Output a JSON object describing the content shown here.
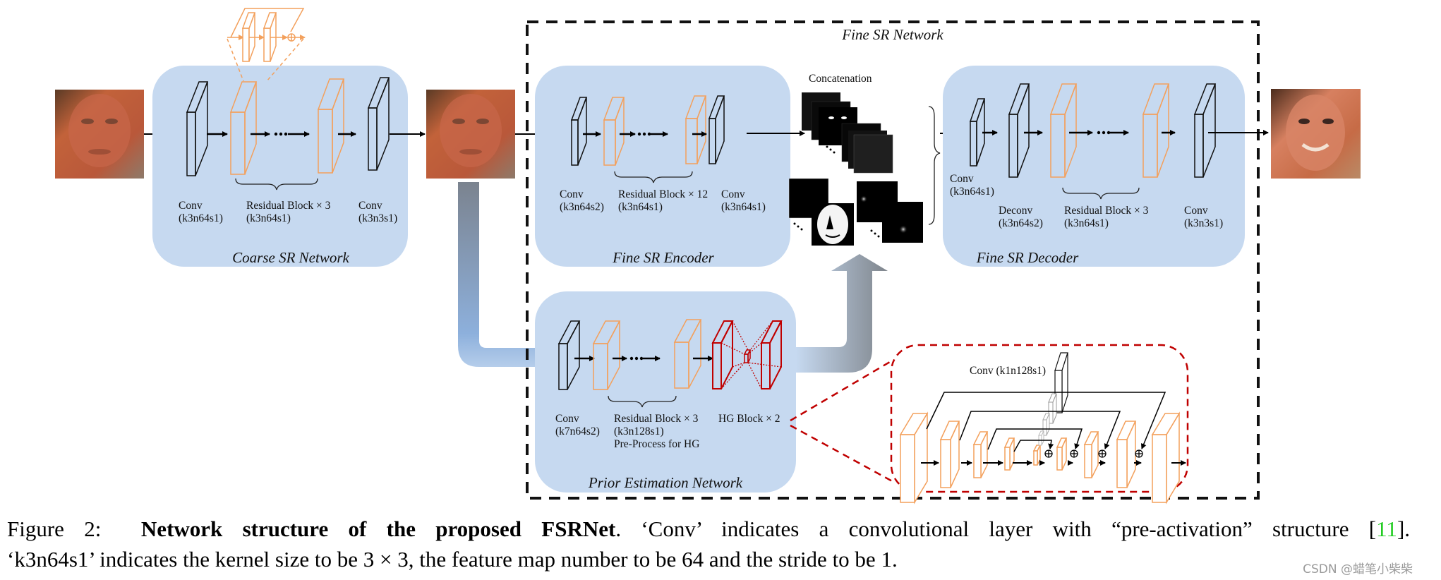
{
  "figure": {
    "input_image_label": "low-resolution face input",
    "coarse_output_label": "coarse SR face",
    "output_image_label": "super-resolved face output",
    "coarse_network": {
      "title": "Coarse SR Network",
      "conv1": {
        "name": "Conv",
        "params": "(k3n64s1)"
      },
      "res": {
        "name": "Residual Block × 3",
        "params": "(k3n64s1)"
      },
      "conv2": {
        "name": "Conv",
        "params": "(k3n3s1)"
      }
    },
    "fine_network": {
      "title": "Fine SR Network",
      "encoder": {
        "title": "Fine SR Encoder",
        "conv1": {
          "name": "Conv",
          "params": "(k3n64s2)"
        },
        "res": {
          "name": "Residual Block × 12",
          "params": "(k3n64s1)"
        },
        "conv2": {
          "name": "Conv",
          "params": "(k3n64s1)"
        }
      },
      "concatenation_label": "Concatenation",
      "decoder": {
        "title": "Fine SR Decoder",
        "conv1": {
          "name": "Conv",
          "params": "(k3n64s1)"
        },
        "deconv": {
          "name": "Deconv",
          "params": "(k3n64s2)"
        },
        "res": {
          "name": "Residual Block × 3",
          "params": "(k3n64s1)"
        },
        "conv2": {
          "name": "Conv",
          "params": "(k3n3s1)"
        }
      },
      "prior": {
        "title": "Prior Estimation Network",
        "conv1": {
          "name": "Conv",
          "params": "(k7n64s2)"
        },
        "res": {
          "name": "Residual Block × 3",
          "params": "(k3n128s1)",
          "note": "Pre-Process for HG"
        },
        "hg": {
          "name": "HG Block × 2"
        }
      },
      "hg_detail": {
        "conv_label": "Conv (k1n128s1)"
      }
    },
    "colors": {
      "panel_fill": "#c6d9f0",
      "residual_orange": "#f3a05c",
      "hg_red": "#c00000",
      "conv_stroke": "#111111",
      "citation_green": "#22cc22"
    }
  },
  "caption": {
    "prefix": "Figure 2:",
    "bold": "Network structure of the proposed FSRNet",
    "rest1": ". ‘Conv’ indicates a convolutional layer with “pre-activation” structure [",
    "ref": "11",
    "rest1_end": "].",
    "line2": "‘k3n64s1’ indicates the kernel size to be 3 × 3, the feature map number to be 64 and the stride to be 1."
  },
  "watermark": "CSDN @蜡笔小柴柴"
}
